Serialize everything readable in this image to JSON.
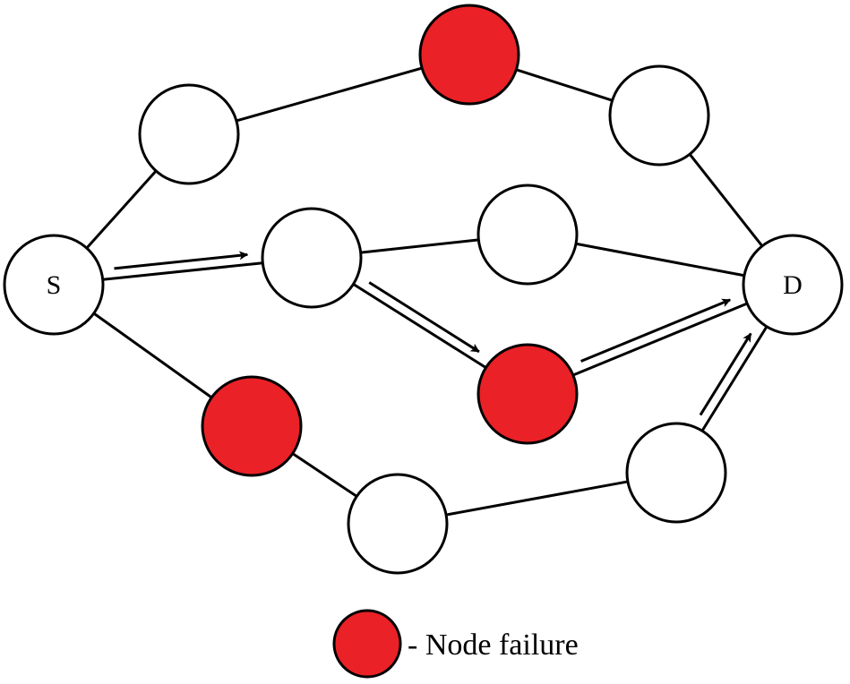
{
  "colors": {
    "failed": "#ea2127",
    "normal": "#ffffff",
    "stroke": "#000000"
  },
  "nodes": {
    "source": {
      "label": "S",
      "status": "normal"
    },
    "top-left": {
      "label": "",
      "status": "normal"
    },
    "top-center": {
      "label": "",
      "status": "failed"
    },
    "top-right": {
      "label": "",
      "status": "normal"
    },
    "mid-left": {
      "label": "",
      "status": "normal"
    },
    "mid-upper": {
      "label": "",
      "status": "normal"
    },
    "mid-lower": {
      "label": "",
      "status": "failed"
    },
    "bottom-left": {
      "label": "",
      "status": "failed"
    },
    "bottom-center": {
      "label": "",
      "status": "normal"
    },
    "bottom-right": {
      "label": "",
      "status": "normal"
    },
    "destination": {
      "label": "D",
      "status": "normal"
    }
  },
  "edges": [
    [
      "source",
      "top-left"
    ],
    [
      "top-left",
      "top-center"
    ],
    [
      "top-center",
      "top-right"
    ],
    [
      "top-right",
      "destination"
    ],
    [
      "source",
      "mid-left"
    ],
    [
      "mid-left",
      "mid-upper"
    ],
    [
      "mid-upper",
      "destination"
    ],
    [
      "mid-left",
      "mid-lower"
    ],
    [
      "mid-lower",
      "destination"
    ],
    [
      "source",
      "bottom-left"
    ],
    [
      "bottom-left",
      "bottom-center"
    ],
    [
      "bottom-center",
      "bottom-right"
    ],
    [
      "bottom-right",
      "destination"
    ]
  ],
  "routing_arrows": [
    [
      "source",
      "mid-left"
    ],
    [
      "mid-left",
      "mid-lower"
    ],
    [
      "mid-lower",
      "destination"
    ],
    [
      "bottom-right",
      "destination"
    ]
  ],
  "legend": {
    "text": "- Node failure",
    "status": "failed"
  }
}
